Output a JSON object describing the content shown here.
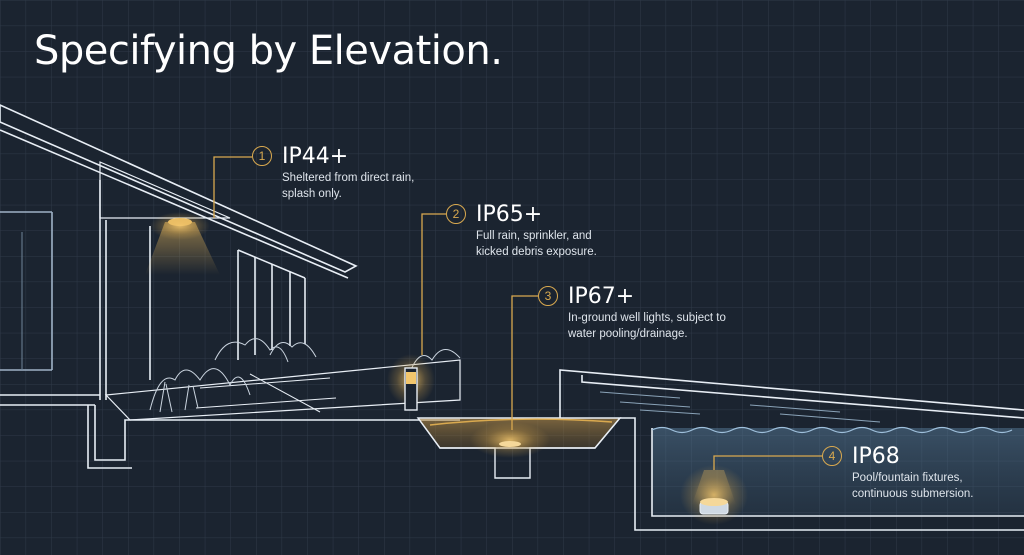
{
  "title": "Specifying by Elevation.",
  "colors": {
    "background": "#1b2430",
    "grid": "#2f3a48",
    "linework": "#e8eef5",
    "accent_gold": "#d9a94f",
    "water": "#5f86a6"
  },
  "callouts": [
    {
      "number": "1",
      "rating": "IP44+",
      "desc_line1": "Sheltered from direct rain,",
      "desc_line2": "splash only."
    },
    {
      "number": "2",
      "rating": "IP65+",
      "desc_line1": "Full rain, sprinkler, and",
      "desc_line2": "kicked debris exposure."
    },
    {
      "number": "3",
      "rating": "IP67+",
      "desc_line1": "In-ground well lights, subject to",
      "desc_line2": "water pooling/drainage."
    },
    {
      "number": "4",
      "rating": "IP68",
      "desc_line1": "Pool/fountain fixtures,",
      "desc_line2": "continuous submersion."
    }
  ]
}
